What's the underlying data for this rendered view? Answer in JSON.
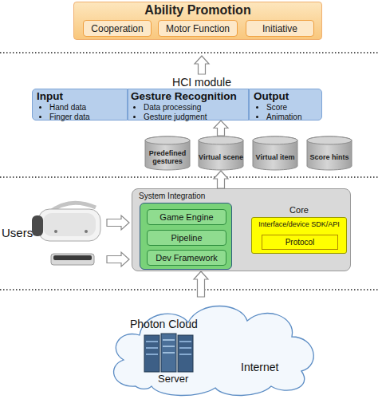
{
  "diagram": {
    "nodes": [
      {
        "text": [
          "Ability Promotion"
        ]
      },
      {
        "text": [
          "Cooperation"
        ],
        "in": 0
      },
      {
        "text": [
          "Motor Function"
        ],
        "in": 0
      },
      {
        "text": [
          "Initiative"
        ],
        "in": 0
      },
      {
        "text": [
          "Input",
          "Hand data",
          "Finger data"
        ]
      },
      {
        "text": [
          "Gesture Recognition",
          "Data processing",
          "Gesture judgment"
        ]
      },
      {
        "text": [
          "Output",
          "Score",
          "Animation"
        ]
      },
      {
        "text": [
          "Predefined gestures"
        ]
      },
      {
        "text": [
          "Virtual scene"
        ]
      },
      {
        "text": [
          "Virtual item"
        ]
      },
      {
        "text": [
          "Score hints"
        ]
      },
      {
        "text": [
          "System Integration"
        ]
      },
      {
        "text": [],
        "in": 11
      },
      {
        "text": [
          "Game Engine"
        ],
        "in": 12
      },
      {
        "text": [
          "Pipeline"
        ],
        "in": 12
      },
      {
        "text": [
          "Dev Framework"
        ],
        "in": 12
      },
      {
        "text": [
          "Core",
          "Interface/device SDK/API"
        ],
        "in": 11
      },
      {
        "text": [
          "Protocol"
        ],
        "in": 16
      },
      {
        "text": [
          "Photon Cloud",
          "Server",
          "Internet"
        ]
      }
    ],
    "edges": [
      {
        "from": 8,
        "to": 5,
        "arrow": "to"
      },
      {
        "from": 11,
        "to": 8,
        "arrow": "to"
      },
      {
        "from": 18,
        "to": 11,
        "arrow": "to"
      }
    ],
    "labels": [
      "HCI module",
      "Users"
    ]
  }
}
